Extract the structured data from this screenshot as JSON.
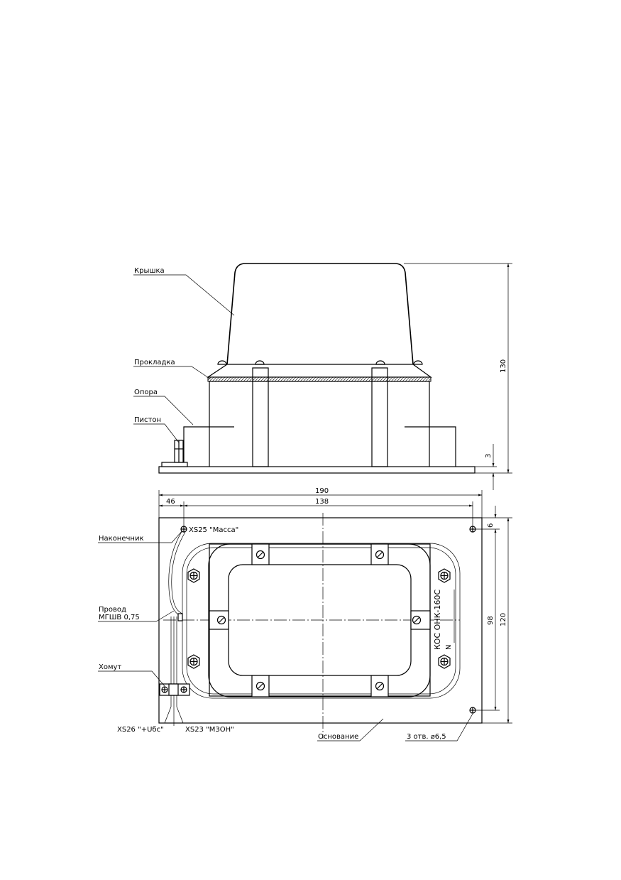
{
  "labels": {
    "cover": "Крышка",
    "gasket": "Прокладка",
    "support": "Опора",
    "piston": "Пистон",
    "terminal_tip": "Наконечник",
    "wire_line1": "Провод",
    "wire_line2": "МГШВ 0,75",
    "clamp": "Хомут",
    "base": "Основание",
    "xs25": "XS25 \"Масса\"",
    "xs26": "XS26 \"+Uбс\"",
    "xs23": "XS23 \"МЗОН\"",
    "holes": "3 отв. ⌀6,5",
    "model_line1": "КОС ОНК-160С",
    "model_line2": "N"
  },
  "dimensions": {
    "height_total": "130",
    "base_thickness": "3",
    "width_total": "190",
    "width_holes": "138",
    "offset_left": "46",
    "offset_top": "6",
    "height_holes": "98",
    "height_total_plan": "120"
  }
}
